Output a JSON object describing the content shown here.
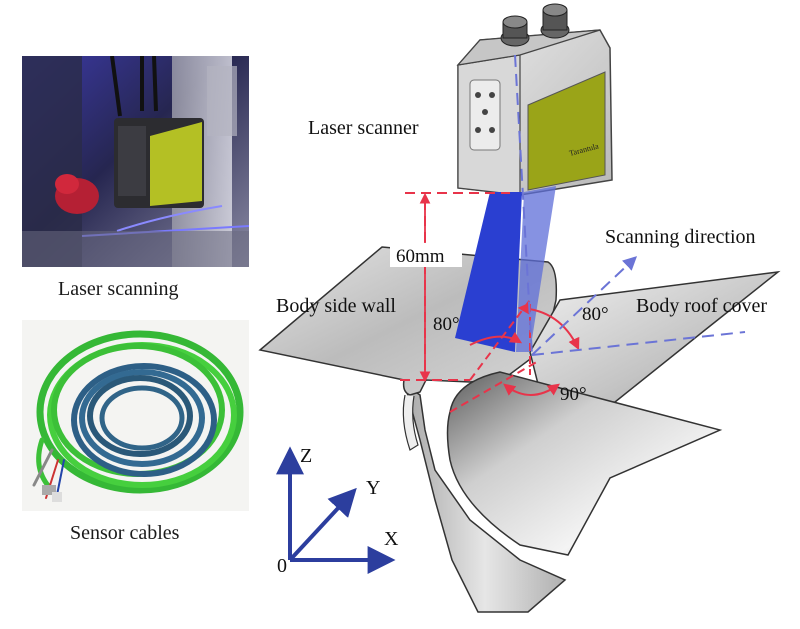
{
  "photos": {
    "laser_scanning": {
      "caption": "Laser scanning"
    },
    "sensor_cables": {
      "caption": "Sensor cables"
    }
  },
  "labels": {
    "laser_scanner": "Laser scanner",
    "scanning_direction": "Scanning direction",
    "body_side_wall": "Body side wall",
    "body_roof_cover": "Body roof cover",
    "dim_60mm": "60mm",
    "angle_left": "80°",
    "angle_right": "80°",
    "angle_bottom": "90°",
    "scanner_brand": "Tarantula"
  },
  "axes": {
    "z": "Z",
    "y": "Y",
    "x": "X",
    "origin": "0"
  },
  "colors": {
    "axis_blue": "#2c3e9e",
    "laser_blue": "#2a3fd1",
    "dim_red": "#e8344a",
    "dash_blue": "#6b74d6",
    "cable_green": "#3fc43a",
    "cable_blue": "#2d5f86",
    "scanner_face": "#9aa418"
  }
}
